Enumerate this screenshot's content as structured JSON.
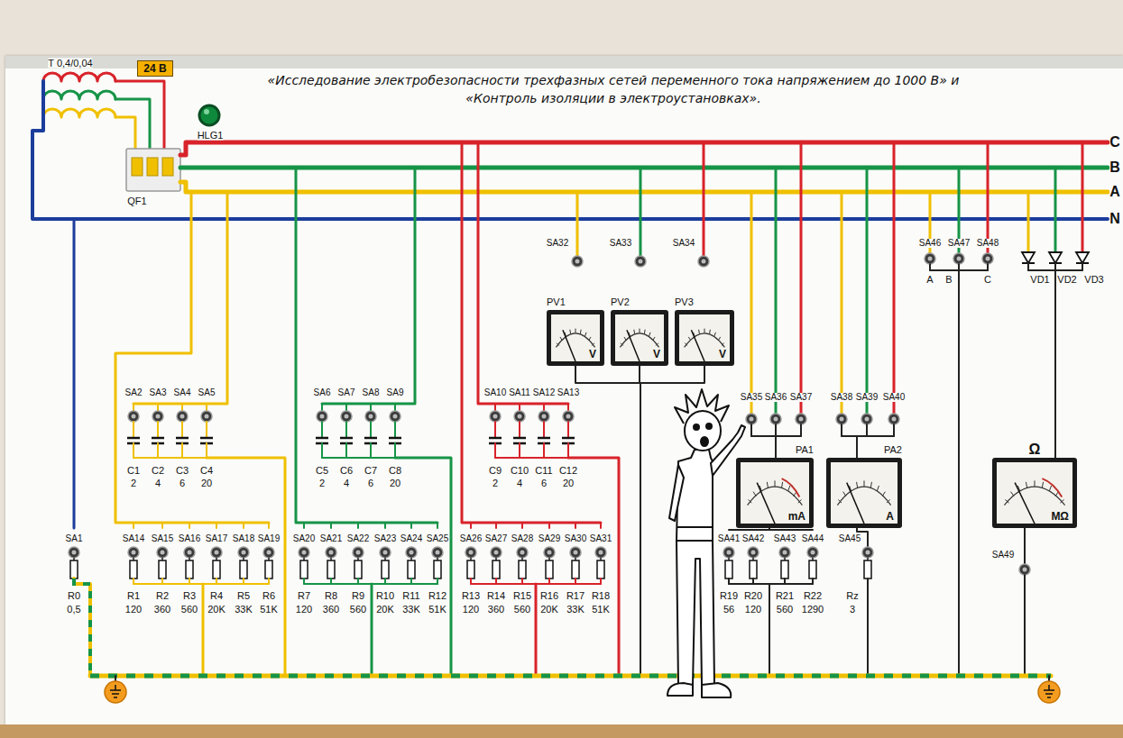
{
  "diagram": {
    "title": "«Исследование электробезопасности трехфазных сетей переменного тока напряжением до 1000 В» и «Контроль изоляции в электроустановках».",
    "nodes": [
      {
        "text": [
          "24 В"
        ]
      },
      {
        "text": [
          "PV1",
          "V"
        ]
      },
      {
        "text": [
          "PV2",
          "V"
        ]
      },
      {
        "text": [
          "PV3",
          "V"
        ]
      },
      {
        "text": [
          "PA1",
          "mA"
        ]
      },
      {
        "text": [
          "PA2",
          "A"
        ]
      },
      {
        "text": [
          "Ω",
          "MΩ"
        ]
      }
    ],
    "edges": [
      {
        "from": 1,
        "to": 2,
        "arrow": "none"
      },
      {
        "from": 2,
        "to": 3,
        "arrow": "none"
      }
    ],
    "labels": [
      "T 0,4/0,04",
      "HLG1",
      "QF1",
      "C",
      "B",
      "A",
      "N",
      "SA2",
      "SA3",
      "SA4",
      "SA5",
      "C1",
      "C2",
      "C3",
      "C4",
      "2",
      "4",
      "6",
      "20",
      "SA6",
      "SA7",
      "SA8",
      "SA9",
      "C5",
      "C6",
      "C7",
      "C8",
      "2",
      "4",
      "6",
      "20",
      "SA10",
      "SA11",
      "SA12",
      "SA13",
      "C9",
      "C10",
      "C11",
      "C12",
      "2",
      "4",
      "6",
      "20",
      "SA1",
      "SA14",
      "SA15",
      "SA16",
      "SA17",
      "SA18",
      "SA19",
      "R0",
      "R1",
      "R2",
      "R3",
      "R4",
      "R5",
      "R6",
      "0,5",
      "120",
      "360",
      "560",
      "20K",
      "33K",
      "51K",
      "SA20",
      "SA21",
      "SA22",
      "SA23",
      "SA24",
      "SA25",
      "R7",
      "R8",
      "R9",
      "R10",
      "R11",
      "R12",
      "120",
      "360",
      "560",
      "20K",
      "33K",
      "51K",
      "SA26",
      "SA27",
      "SA28",
      "SA29",
      "SA30",
      "SA31",
      "R13",
      "R14",
      "R15",
      "R16",
      "R17",
      "R18",
      "120",
      "360",
      "560",
      "20K",
      "33K",
      "51K",
      "SA32",
      "SA33",
      "SA34",
      "SA35",
      "SA36",
      "SA37",
      "SA38",
      "SA39",
      "SA40",
      "SA41",
      "SA42",
      "SA43",
      "SA44",
      "SA45",
      "R19",
      "R20",
      "R21",
      "R22",
      "Rz",
      "56",
      "120",
      "560",
      "1290",
      "3",
      "SA46",
      "SA47",
      "SA48",
      "A",
      "B",
      "C",
      "VD1",
      "VD2",
      "VD3",
      "SA49"
    ]
  }
}
